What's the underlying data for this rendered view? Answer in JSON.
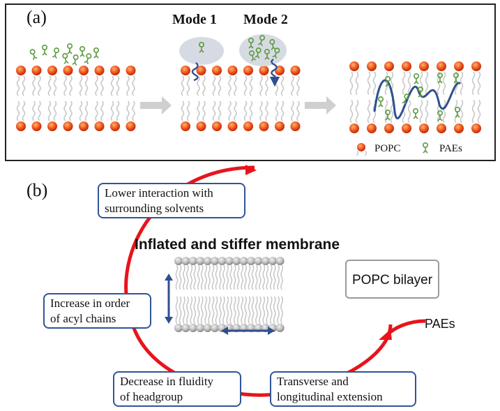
{
  "panel_a": {
    "label": "(a)",
    "mode1": "Mode 1",
    "mode2": "Mode 2",
    "legend_popc": "POPC",
    "legend_paes": "PAEs"
  },
  "panel_b": {
    "label": "(b)",
    "title": "Inflated and stiffer membrane",
    "box_lower_line1": "Lower interaction with",
    "box_lower_line2": "surrounding solvents",
    "box_order_line1": "Increase in order",
    "box_order_line2": "of  acyl chains",
    "box_fluidity_line1": "Decrease in fluidity",
    "box_fluidity_line2": "of headgroup",
    "box_extension_line1": "Transverse and",
    "box_extension_line2": "longitudinal extension",
    "popc_bilayer": "POPC bilayer",
    "paes_label": "PAEs"
  },
  "colors": {
    "headgroup_orange": "#f15a22",
    "pae_green": "#5b9a3c",
    "chain_blue": "#2f4f8f",
    "cycle_red": "#e8141b",
    "box_border": "#2f5597",
    "gray_head": "#b8b8b8"
  }
}
